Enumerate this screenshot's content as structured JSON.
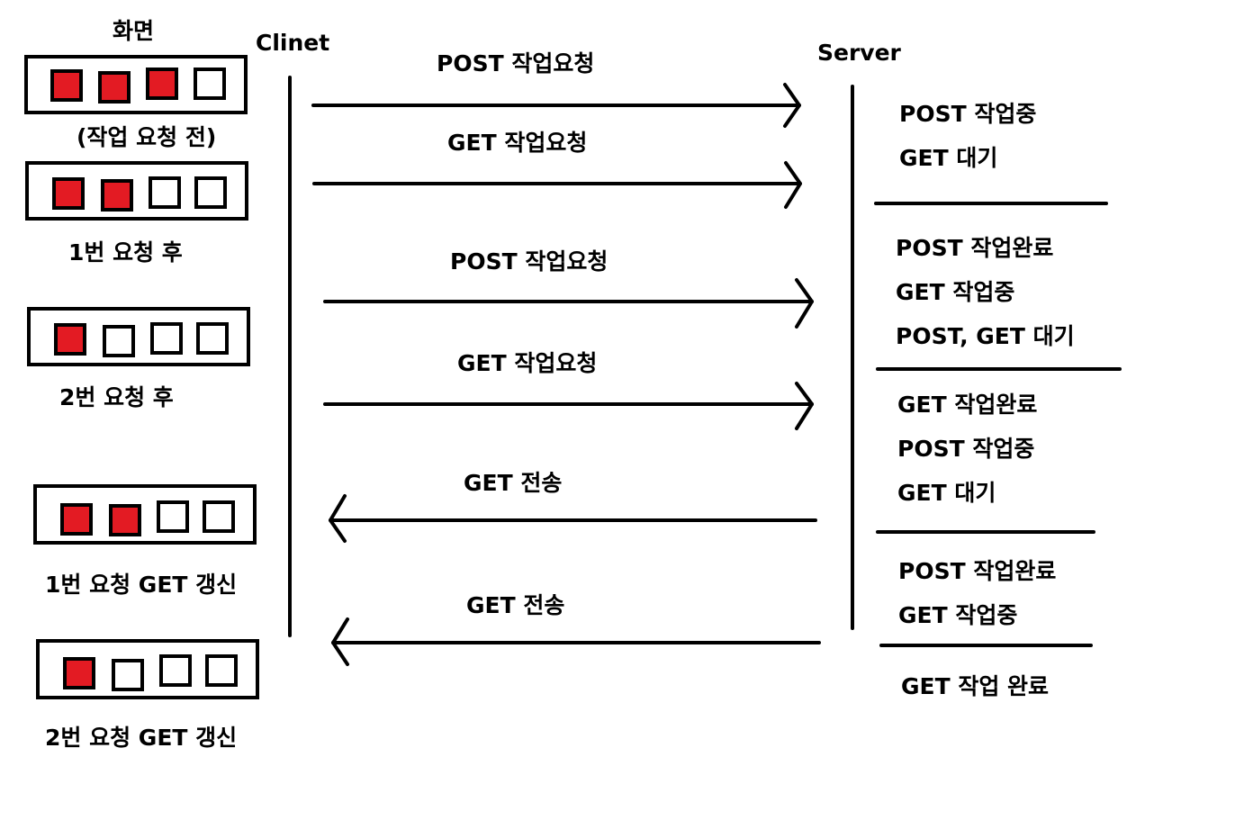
{
  "headers": {
    "screen": "화면",
    "client": "Clinet",
    "server": "Server"
  },
  "colors": {
    "filled": "#e31b23",
    "empty": "#ffffff",
    "line": "#000000"
  },
  "screens": [
    {
      "caption": "(작업 요청 전)",
      "cells": [
        1,
        1,
        1,
        0
      ]
    },
    {
      "caption": "1번 요청 후",
      "cells": [
        1,
        1,
        0,
        0
      ]
    },
    {
      "caption": "2번 요청 후",
      "cells": [
        1,
        0,
        0,
        0
      ]
    },
    {
      "caption": "1번 요청 GET 갱신",
      "cells": [
        1,
        1,
        0,
        0
      ]
    },
    {
      "caption": "2번 요청 GET 갱신",
      "cells": [
        1,
        0,
        0,
        0
      ]
    }
  ],
  "messages": [
    {
      "label": "POST  작업요청",
      "direction": "client-to-server"
    },
    {
      "label": "GET   작업요청",
      "direction": "client-to-server"
    },
    {
      "label": "POST 작업요청",
      "direction": "client-to-server"
    },
    {
      "label": "GET   작업요청",
      "direction": "client-to-server"
    },
    {
      "label": "GET 전송",
      "direction": "server-to-client"
    },
    {
      "label": "GET 전송",
      "direction": "server-to-client"
    }
  ],
  "server_states": [
    [
      "POST 작업중",
      "GET 대기"
    ],
    [
      "POST 작업완료",
      "GET 작업중",
      "POST, GET 대기"
    ],
    [
      "GET 작업완료",
      "POST 작업중",
      "GET 대기"
    ],
    [
      "POST 작업완료",
      "GET 작업중"
    ],
    [
      "GET 작업 완료"
    ]
  ]
}
